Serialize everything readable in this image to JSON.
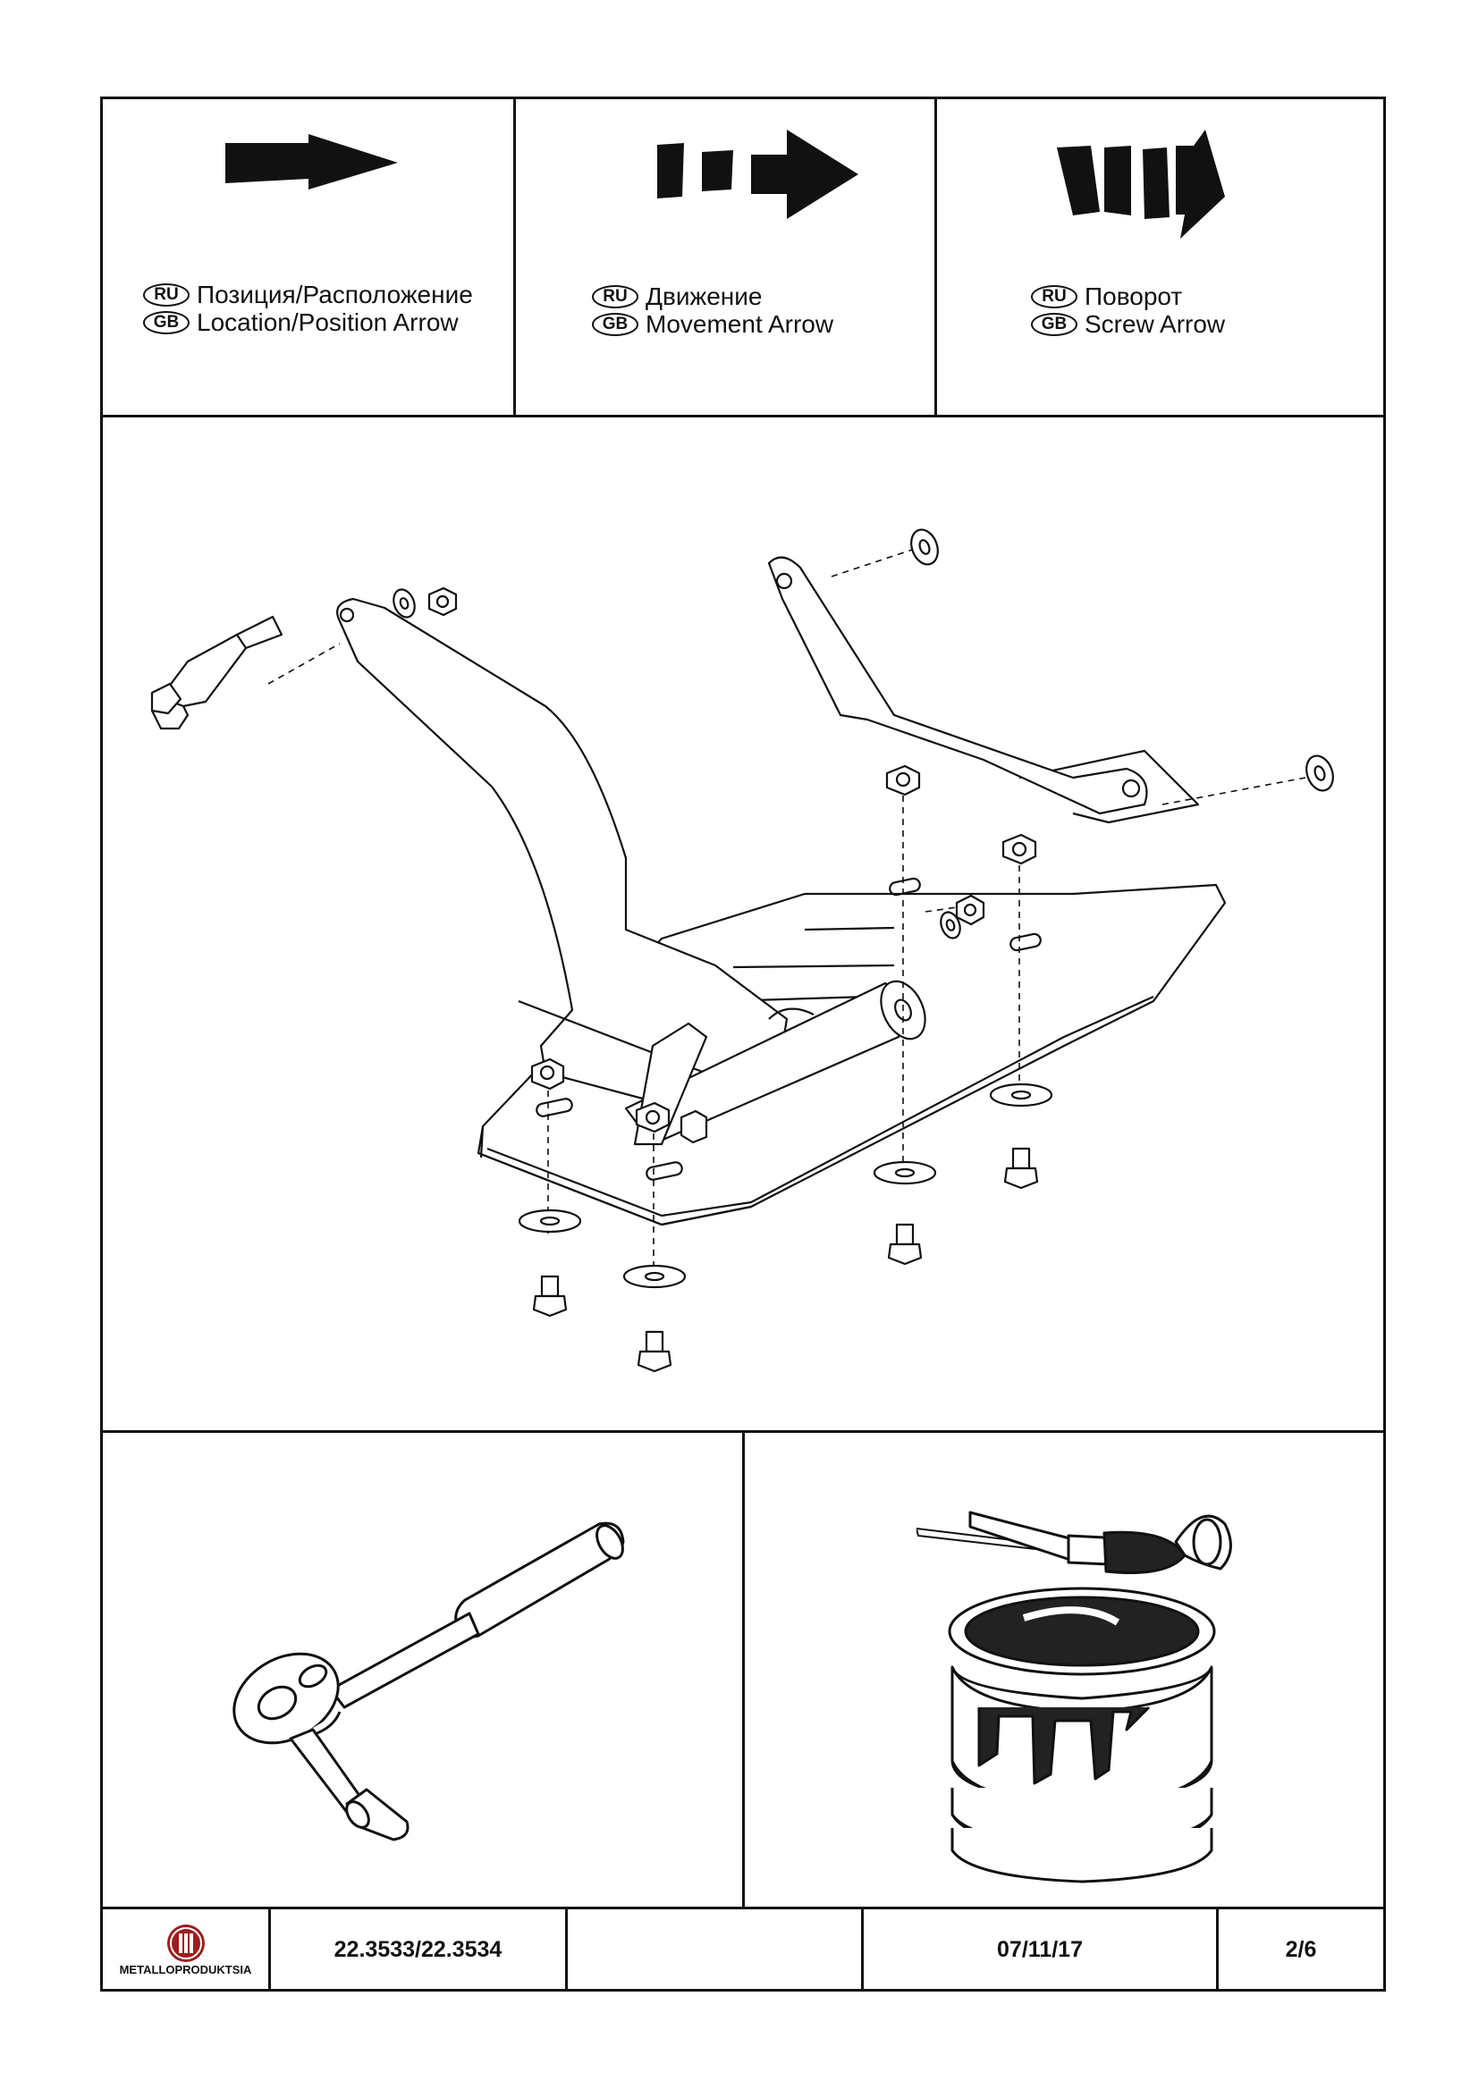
{
  "legend": [
    {
      "ru_badge": "RU",
      "gb_badge": "GB",
      "ru_text": "Позиция/Расположение",
      "gb_text": "Location/Position Arrow",
      "icon": "solid-arrow-icon"
    },
    {
      "ru_badge": "RU",
      "gb_badge": "GB",
      "ru_text": "Движение",
      "gb_text": "Movement Arrow",
      "icon": "dashed-arrow-icon"
    },
    {
      "ru_badge": "RU",
      "gb_badge": "GB",
      "ru_text": "Поворот",
      "gb_text": "Screw Arrow",
      "icon": "screw-arrow-icon"
    }
  ],
  "footer": {
    "logo_text": "METALLOPRODUKTSIA",
    "part_number": "22.3533/22.3534",
    "blank": "",
    "date": "07/11/17",
    "page": "2/6"
  },
  "illustrations": {
    "main": "skid-plate-assembly-drawing",
    "tool_left": "ratchet-wrench-icon",
    "tool_right": "paint-brush-and-can-icon"
  }
}
